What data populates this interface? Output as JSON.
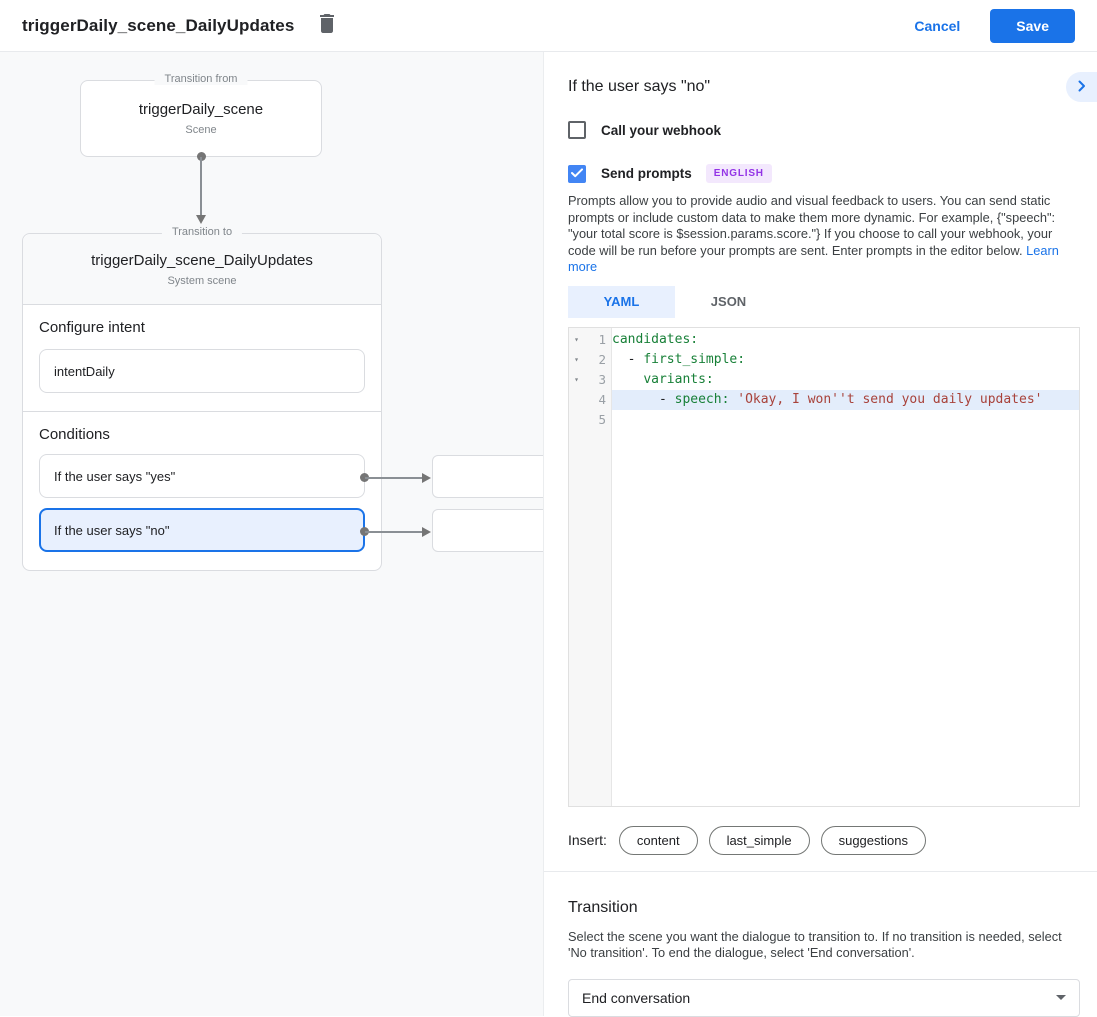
{
  "header": {
    "title": "triggerDaily_scene_DailyUpdates",
    "cancel_label": "Cancel",
    "save_label": "Save"
  },
  "flow": {
    "from_box": {
      "label": "Transition from",
      "title": "triggerDaily_scene",
      "subtitle": "Scene"
    },
    "to_box": {
      "label": "Transition to",
      "title": "triggerDaily_scene_DailyUpdates",
      "subtitle": "System scene",
      "intent_section": {
        "heading": "Configure intent",
        "value": "intentDaily"
      },
      "conditions_section": {
        "heading": "Conditions",
        "items": [
          {
            "label": "If the user says \"yes\"",
            "selected": false
          },
          {
            "label": "If the user says \"no\"",
            "selected": true
          }
        ]
      }
    }
  },
  "panel": {
    "title": "If the user says \"no\"",
    "webhook_checkbox": {
      "label": "Call your webhook",
      "checked": false
    },
    "prompts_checkbox": {
      "label": "Send prompts",
      "checked": true,
      "badge": "ENGLISH"
    },
    "description": "Prompts allow you to provide audio and visual feedback to users. You can send static prompts or include custom data to make them more dynamic. For example, {\"speech\": \"your total score is $session.params.score.\"} If you choose to call your webhook, your code will be run before your prompts are sent. Enter prompts in the editor below.",
    "learn_more": "Learn more",
    "tabs": [
      {
        "label": "YAML",
        "active": true
      },
      {
        "label": "JSON",
        "active": false
      }
    ],
    "editor": {
      "gutter": [
        "1",
        "2",
        "3",
        "4",
        "5"
      ],
      "lines": {
        "l1": {
          "key": "candidates:"
        },
        "l2": {
          "pre": "  - ",
          "key": "first_simple:"
        },
        "l3": {
          "pre": "    ",
          "key": "variants:"
        },
        "l4": {
          "pre": "      - ",
          "key": "speech:",
          "sep": " ",
          "str": "'Okay, I won''t send you daily updates'"
        }
      },
      "active_line": 4
    },
    "insert": {
      "label": "Insert:",
      "chips": [
        "content",
        "last_simple",
        "suggestions"
      ]
    },
    "transition": {
      "heading": "Transition",
      "description": "Select the scene you want the dialogue to transition to. If no transition is needed, select 'No transition'. To end the dialogue, select 'End conversation'.",
      "select_value": "End conversation"
    }
  },
  "colors": {
    "accent": "#1a73e8",
    "checkbox_checked": "#4285f4",
    "selected_condition_bg": "#e8f0fe",
    "badge_bg": "#f3e8fd",
    "badge_text": "#9334e6",
    "code_key": "#188038",
    "code_string": "#a8423a",
    "code_active_line_bg": "#e3edfb",
    "canvas_bg": "#f8f9fa"
  }
}
